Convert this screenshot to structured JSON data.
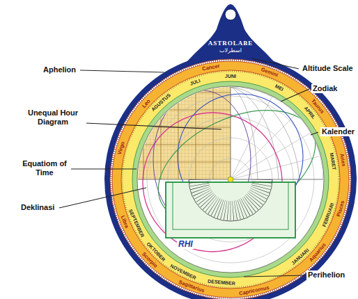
{
  "diagram": {
    "labels": [
      "ASTROLABE",
      "اسطرلاب",
      "Aphelion",
      "Altitude Scale",
      "Zodiak",
      "Unequal Hour Diagram",
      "Kalender",
      "Equatiom of Time",
      "Deklinasi",
      "Perihelion",
      "Cancer",
      "Gemini",
      "Taurus",
      "Aries",
      "Pisces",
      "Aquarius",
      "Capricornus",
      "Sagittarius",
      "Scorpio",
      "Libra",
      "Virgo",
      "Leo",
      "JUNI",
      "MEI",
      "APRIL",
      "MARET",
      "FEBRUARI",
      "JANUARI",
      "DESEMBER",
      "NOVEMBER",
      "OKTOBER",
      "SEPTEMBER",
      "AGUSTUS",
      "JULI",
      "RHI"
    ]
  }
}
